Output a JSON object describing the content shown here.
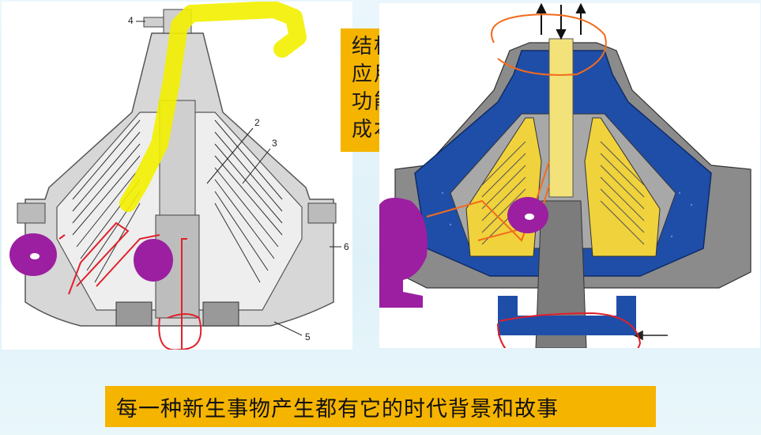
{
  "left_diagram": {
    "labels": {
      "n2": "2",
      "n3": "3",
      "n4": "4",
      "n5": "5",
      "n6": "6"
    }
  },
  "title_box": {
    "lines": [
      "结构",
      "应用",
      "功能",
      "成本"
    ]
  },
  "caption": "每一种新生事物产生都有它的时代背景和故事",
  "colors": {
    "accent": "#f5b400",
    "annotation_magenta": "#9b1fa0",
    "annotation_red": "#e0202a",
    "annotation_yellow": "#f3f000",
    "annotation_orange": "#f26b1d",
    "separator_blue": "#1f4ea8",
    "separator_yellow": "#f0d23c"
  }
}
